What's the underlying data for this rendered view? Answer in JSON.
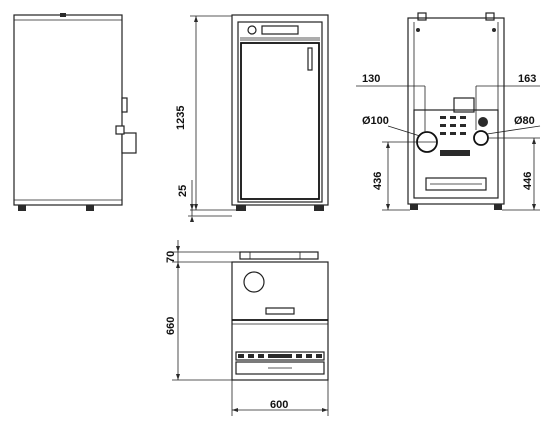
{
  "dimensions": {
    "height_total": "1235",
    "height_feet": "25",
    "flue_offset_left": "130",
    "flue_offset_right": "163",
    "diameter_flue_main": "Ø100",
    "diameter_flue_secondary": "Ø80",
    "height_flue_main": "436",
    "height_flue_secondary": "446",
    "depth_top_offset": "70",
    "depth_body": "660",
    "width_body": "600"
  },
  "colors": {
    "line": "#222222",
    "background": "#ffffff"
  }
}
